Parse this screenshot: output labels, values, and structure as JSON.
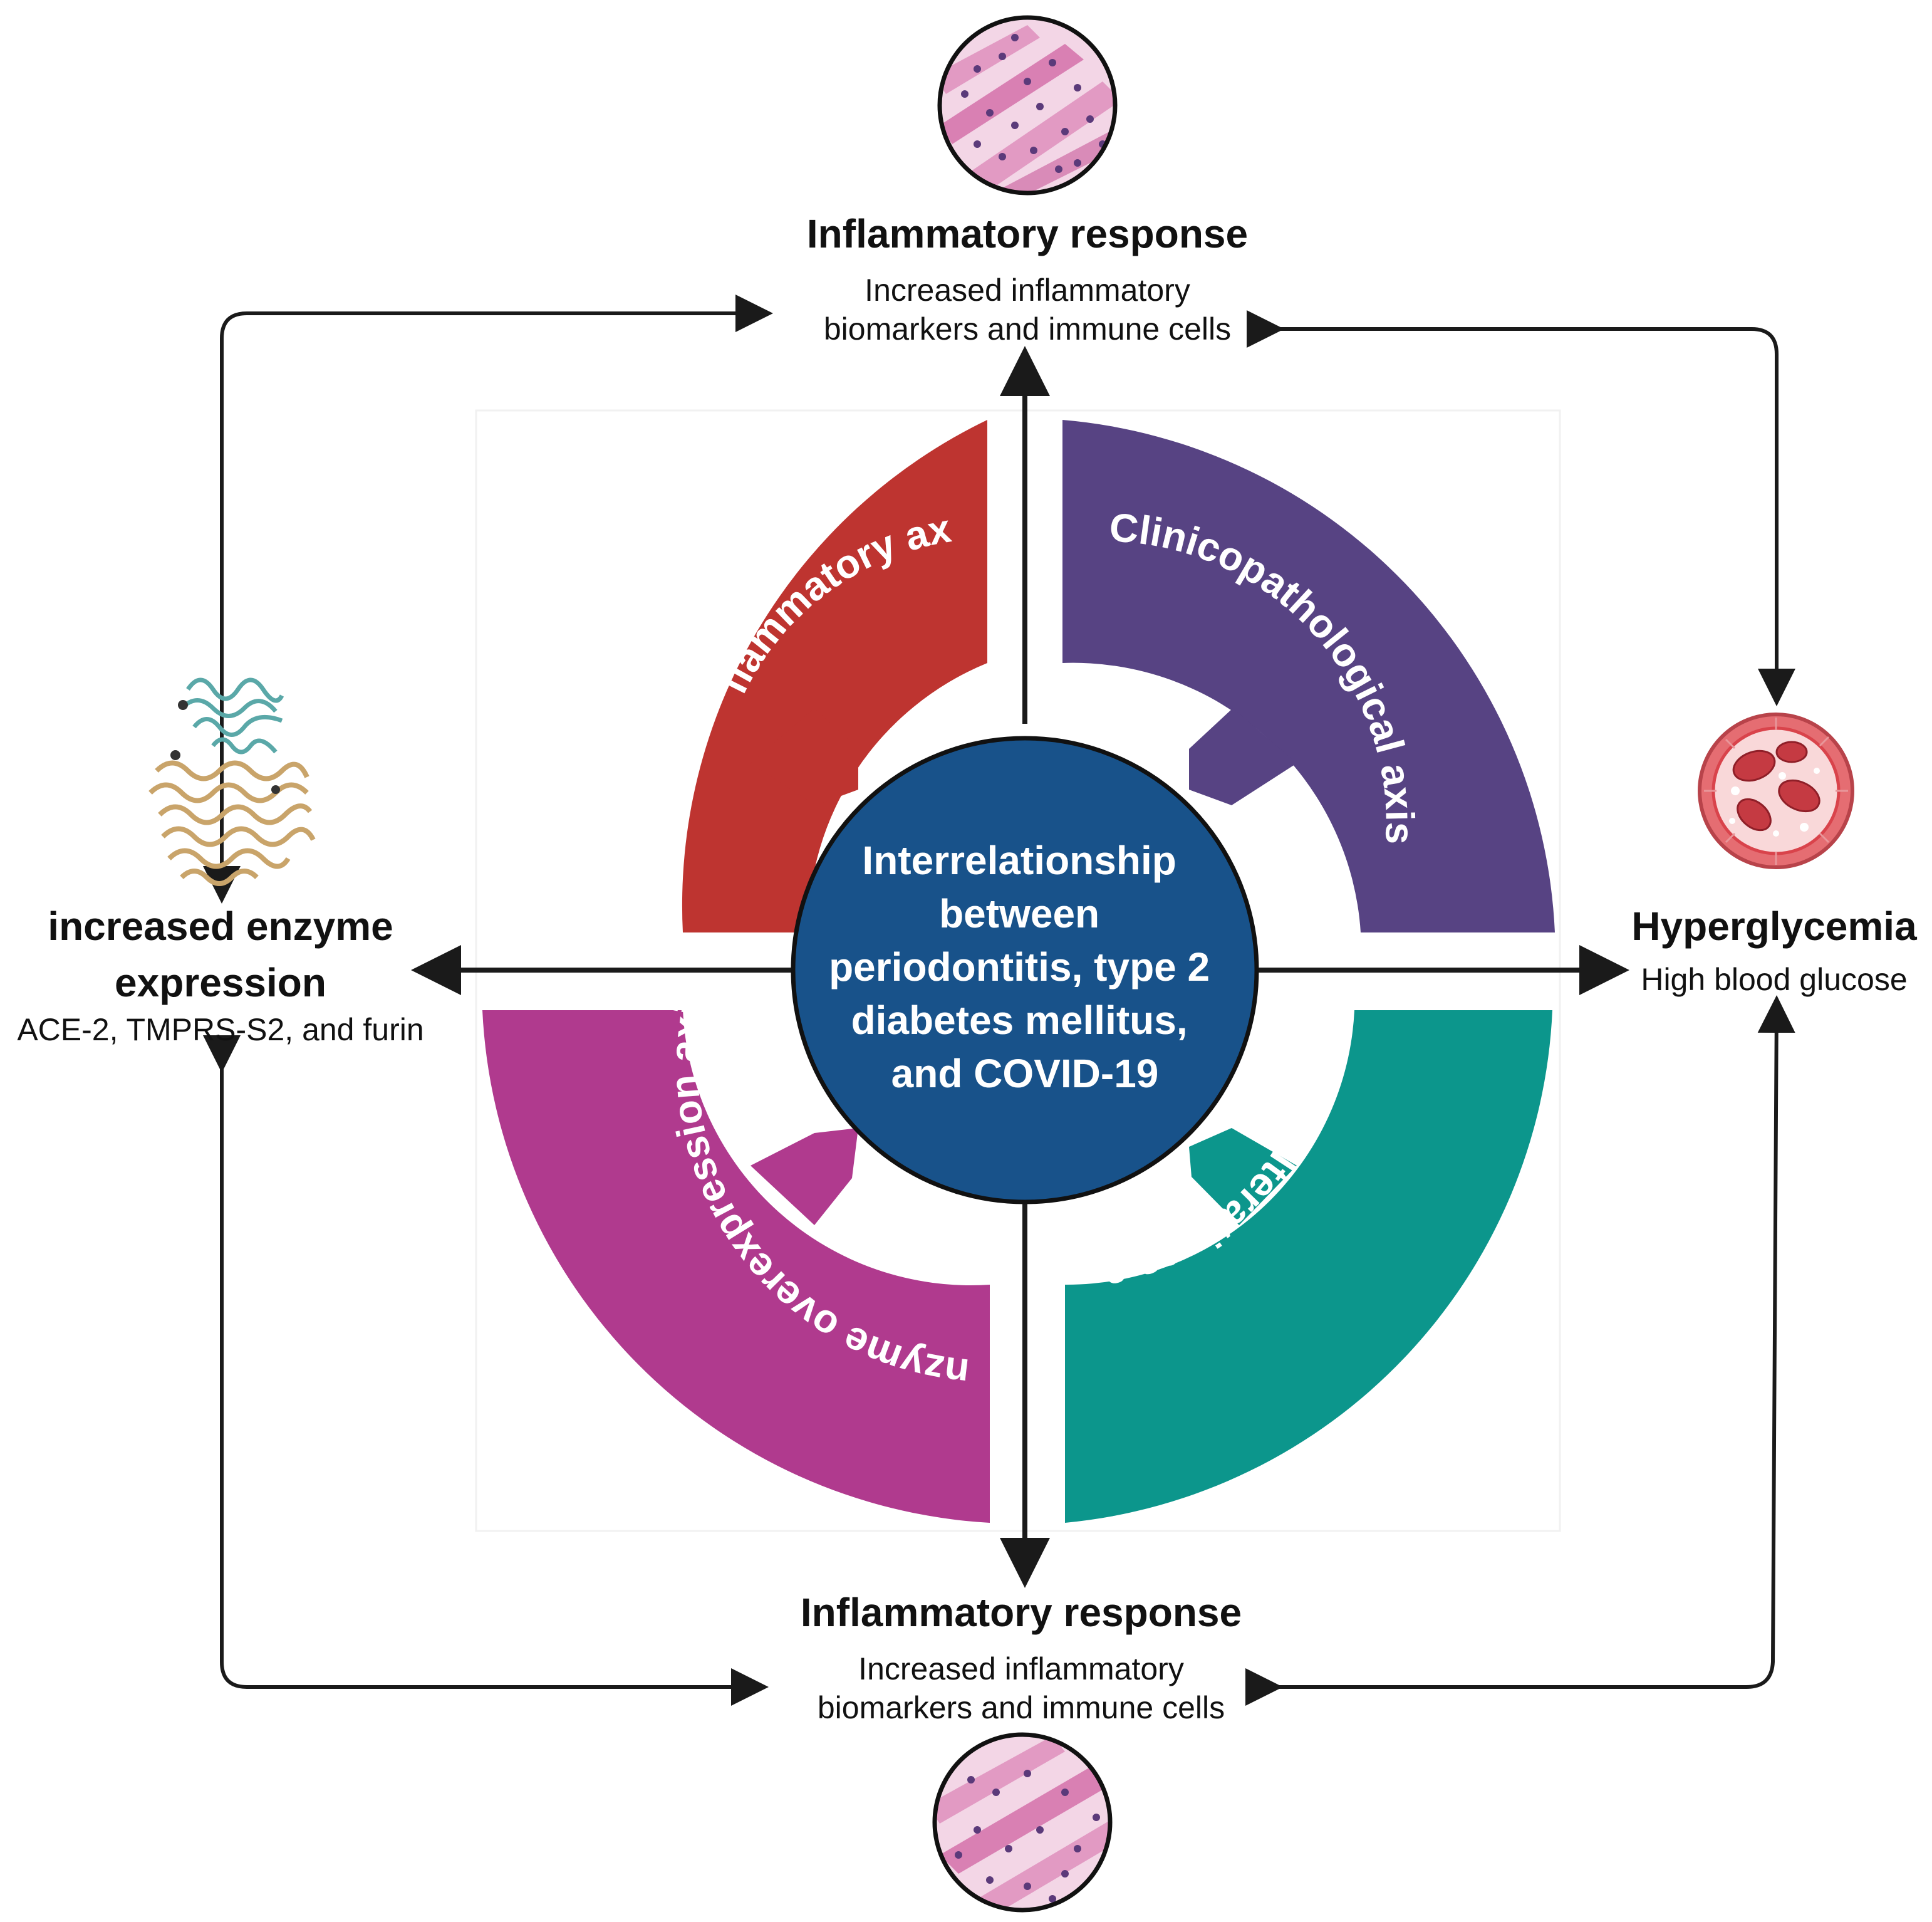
{
  "center": {
    "lines": [
      "Interrelationship",
      "between",
      "periodontitis, type 2",
      "diabetes mellitus,",
      "and COVID-19"
    ]
  },
  "axes": {
    "inflammatory": {
      "label": "Inflammatory axis",
      "color": "#be3430"
    },
    "clinicopathological": {
      "label": "Clinicopathological axis",
      "color": "#574383"
    },
    "enzyme": {
      "label": "Enzyme overexpression axis",
      "color": "#b03a8e"
    },
    "metabolic": {
      "label": "Metabolic alterations axis",
      "color": "#0c968c"
    }
  },
  "top": {
    "title": "Inflammatory response",
    "line1": "Increased inflammatory",
    "line2": "biomarkers and immune cells"
  },
  "bottom": {
    "title": "Inflammatory response",
    "line1": "Increased inflammatory",
    "line2": "biomarkers and immune cells"
  },
  "left": {
    "title1": "increased enzyme",
    "title2": "expression",
    "sub": "ACE-2, TMPRS-S2, and furin"
  },
  "right": {
    "title": "Hyperglycemia",
    "sub": "High blood glucose"
  },
  "colors": {
    "center_fill": "#18528a",
    "arrow": "#1a1a1a",
    "tissue_pink": "#e8a3c8",
    "blood_red": "#d9434b"
  },
  "icons": {
    "top_image": "tissue-histology-icon",
    "bottom_image": "tissue-histology-icon",
    "left_image": "enzyme-protein-structure-icon",
    "right_image": "blood-vessel-cross-section-icon"
  }
}
